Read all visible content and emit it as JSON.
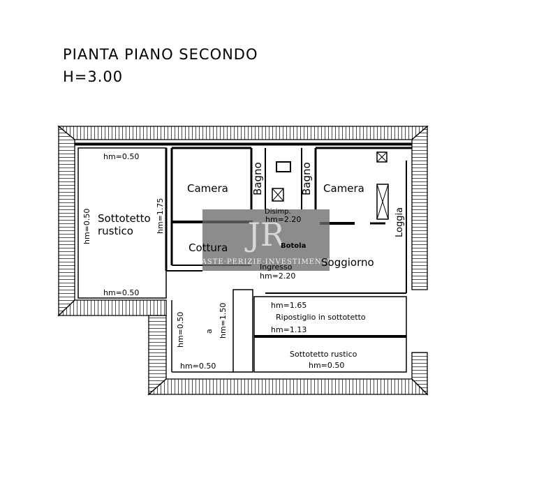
{
  "header": {
    "title": "PIANTA PIANO SECONDO",
    "height": "H=3.00"
  },
  "rooms": {
    "sottotetto_left_1": "Sottotetto",
    "sottotetto_left_2": "rustico",
    "camera_left": "Camera",
    "bagno_left": "Bagno",
    "bagno_right": "Bagno",
    "camera_right": "Camera",
    "loggia": "Loggia",
    "disimp": "Disimp.",
    "cottura": "Cottura",
    "botola": "Botola",
    "ingresso": "Ingresso",
    "soggiorno": "Soggiorno",
    "ripostiglio": "Ripostiglio in sottotetto",
    "sottotetto_bottom": "Sottotetto rustico",
    "a_label": "a"
  },
  "heights": {
    "hm_top_left": "hm=0.50",
    "hm_left_vertical": "hm=0.50",
    "hm_175": "hm=1.75",
    "hm_bottom_left": "hm=0.50",
    "hm_disimp": "hm=2.20",
    "hm_ingresso": "hm=2.20",
    "hm_150": "hm=1.50",
    "hm_050_vertical_b": "hm=0.50",
    "hm_bottom_mid": "hm=0.50",
    "hm_165": "hm=1.65",
    "hm_113": "hm=1.13",
    "hm_bottom_right": "hm=0.50"
  },
  "watermark": {
    "monogram": "JR",
    "text": "ASTE·PERIZIE·INVESTIMENTI"
  }
}
